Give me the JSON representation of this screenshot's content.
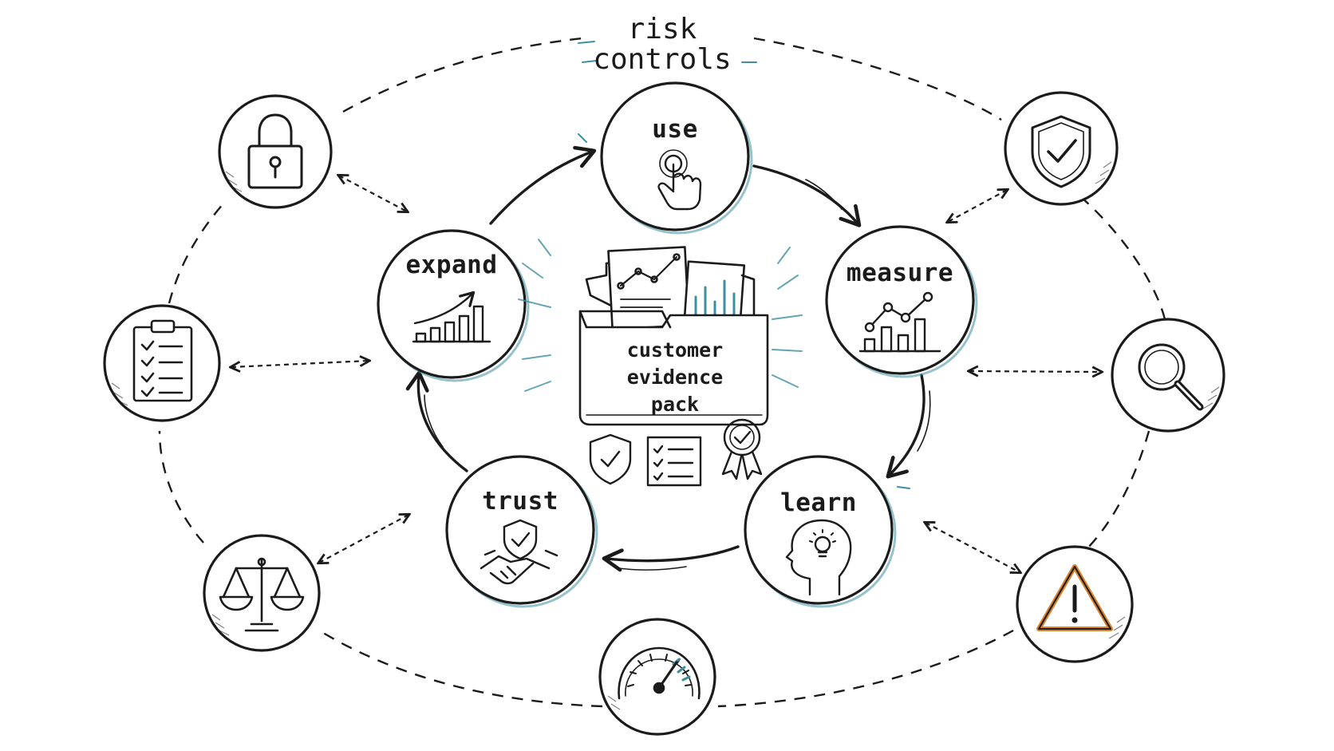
{
  "title": {
    "line1": "risk",
    "line2": "controls"
  },
  "cycle_nodes": [
    {
      "id": "use",
      "label": "use",
      "icon": "touch-hand-icon"
    },
    {
      "id": "measure",
      "label": "measure",
      "icon": "line-bar-chart-icon"
    },
    {
      "id": "learn",
      "label": "learn",
      "icon": "head-lightbulb-icon"
    },
    {
      "id": "trust",
      "label": "trust",
      "icon": "handshake-shield-icon"
    },
    {
      "id": "expand",
      "label": "expand",
      "icon": "growth-bar-chart-icon"
    }
  ],
  "center": {
    "line1": "customer",
    "line2": "evidence",
    "line3": "pack",
    "icons": [
      "folder-icon",
      "shield-check-icon",
      "checklist-icon",
      "award-ribbon-icon"
    ]
  },
  "control_icons": [
    "padlock-icon",
    "shield-check-icon",
    "clipboard-checklist-icon",
    "magnifier-icon",
    "balance-scale-icon",
    "warning-triangle-icon",
    "gauge-icon"
  ],
  "colors": {
    "ink": "#1b1b1b",
    "accent_teal": "#3f8fa0",
    "warning_orange": "#d9822b"
  }
}
